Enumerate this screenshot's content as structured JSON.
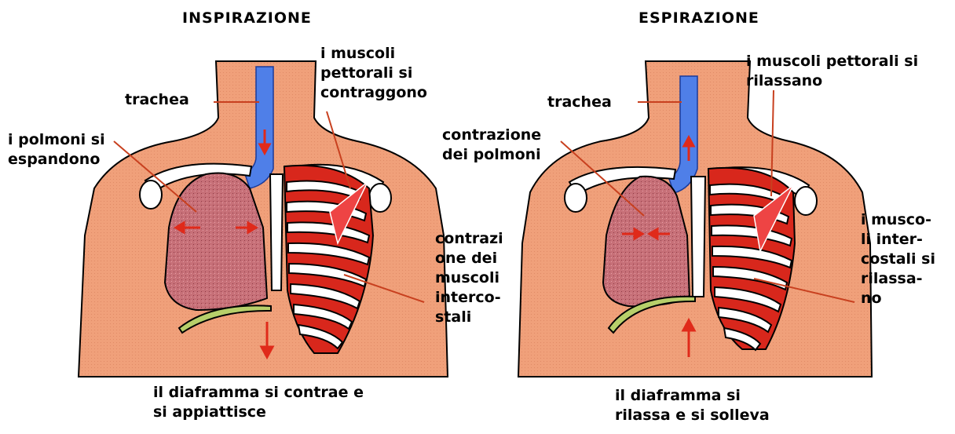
{
  "inspiration": {
    "title": "INSPIRAZIONE",
    "trachea": "trachea",
    "lungs": "i polmoni si\nespandono",
    "pectoral": "i muscoli\npettorali si\ncontraggono",
    "intercostal": "contrazi\none dei\nmuscoli\ninterco-\nstali",
    "diaphragm": "il diaframma si contrae e\nsi appiattisce"
  },
  "expiration": {
    "title": "ESPIRAZIONE",
    "trachea": "trachea",
    "lungs": "contrazione\ndei polmoni",
    "pectoral": "i muscoli pettorali si\nrilassano",
    "intercostal": "i musco-\nli inter-\ncostali si\nrilassa-\nno",
    "diaphragm": "il diaframma si\nrilassa e si solleva"
  },
  "colors": {
    "skin": "#f0a07a",
    "trachea": "#4f7fe8",
    "lung": "#c0606a",
    "muscle": "#d8271c",
    "bone": "#ffffff",
    "diaphragm": "#b7cf6a",
    "pointer": "#c8401f"
  }
}
